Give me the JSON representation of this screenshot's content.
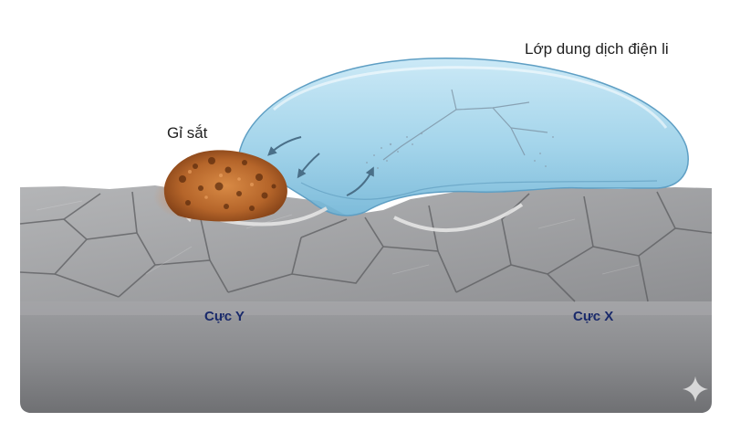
{
  "labels": {
    "electrolyte": "Lớp dung dịch điện li",
    "rust": "Gỉ sắt",
    "pole_y": "Cực Y",
    "pole_x": "Cực X"
  },
  "colors": {
    "label_dark": "#1f1f1f",
    "pole_label": "#1a2a6b",
    "metal_face": "#8f9093",
    "metal_top": "#a5a6a9",
    "droplet": "#9fd3ec",
    "rust": "#b0642a"
  },
  "icons": {
    "sparkle": "sparkle-icon"
  }
}
